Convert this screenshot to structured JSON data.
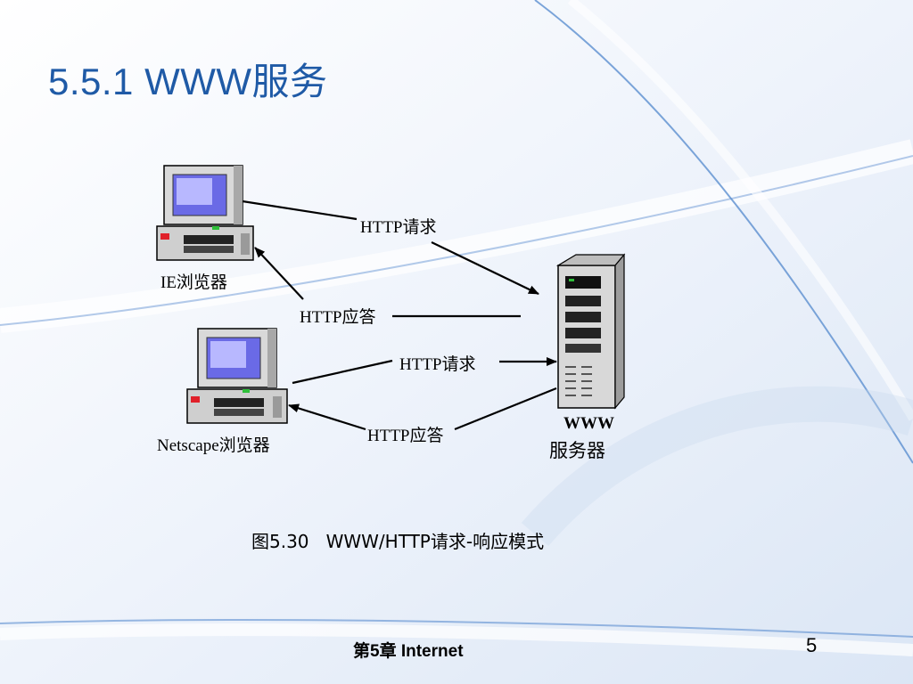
{
  "slide": {
    "title": "5.5.1  WWW服务",
    "footer": "第5章  Internet",
    "page_number": "5"
  },
  "diagram": {
    "client_ie_label": "IE浏览器",
    "client_netscape_label": "Netscape浏览器",
    "server_label_line1": "WWW",
    "server_label_line2": "服务器",
    "ie_request_label": "HTTP请求",
    "ie_response_label": "HTTP应答",
    "netscape_request_label": "HTTP请求",
    "netscape_response_label": "HTTP应答"
  },
  "caption": "图5.30   WWW/HTTP请求-响应模式"
}
